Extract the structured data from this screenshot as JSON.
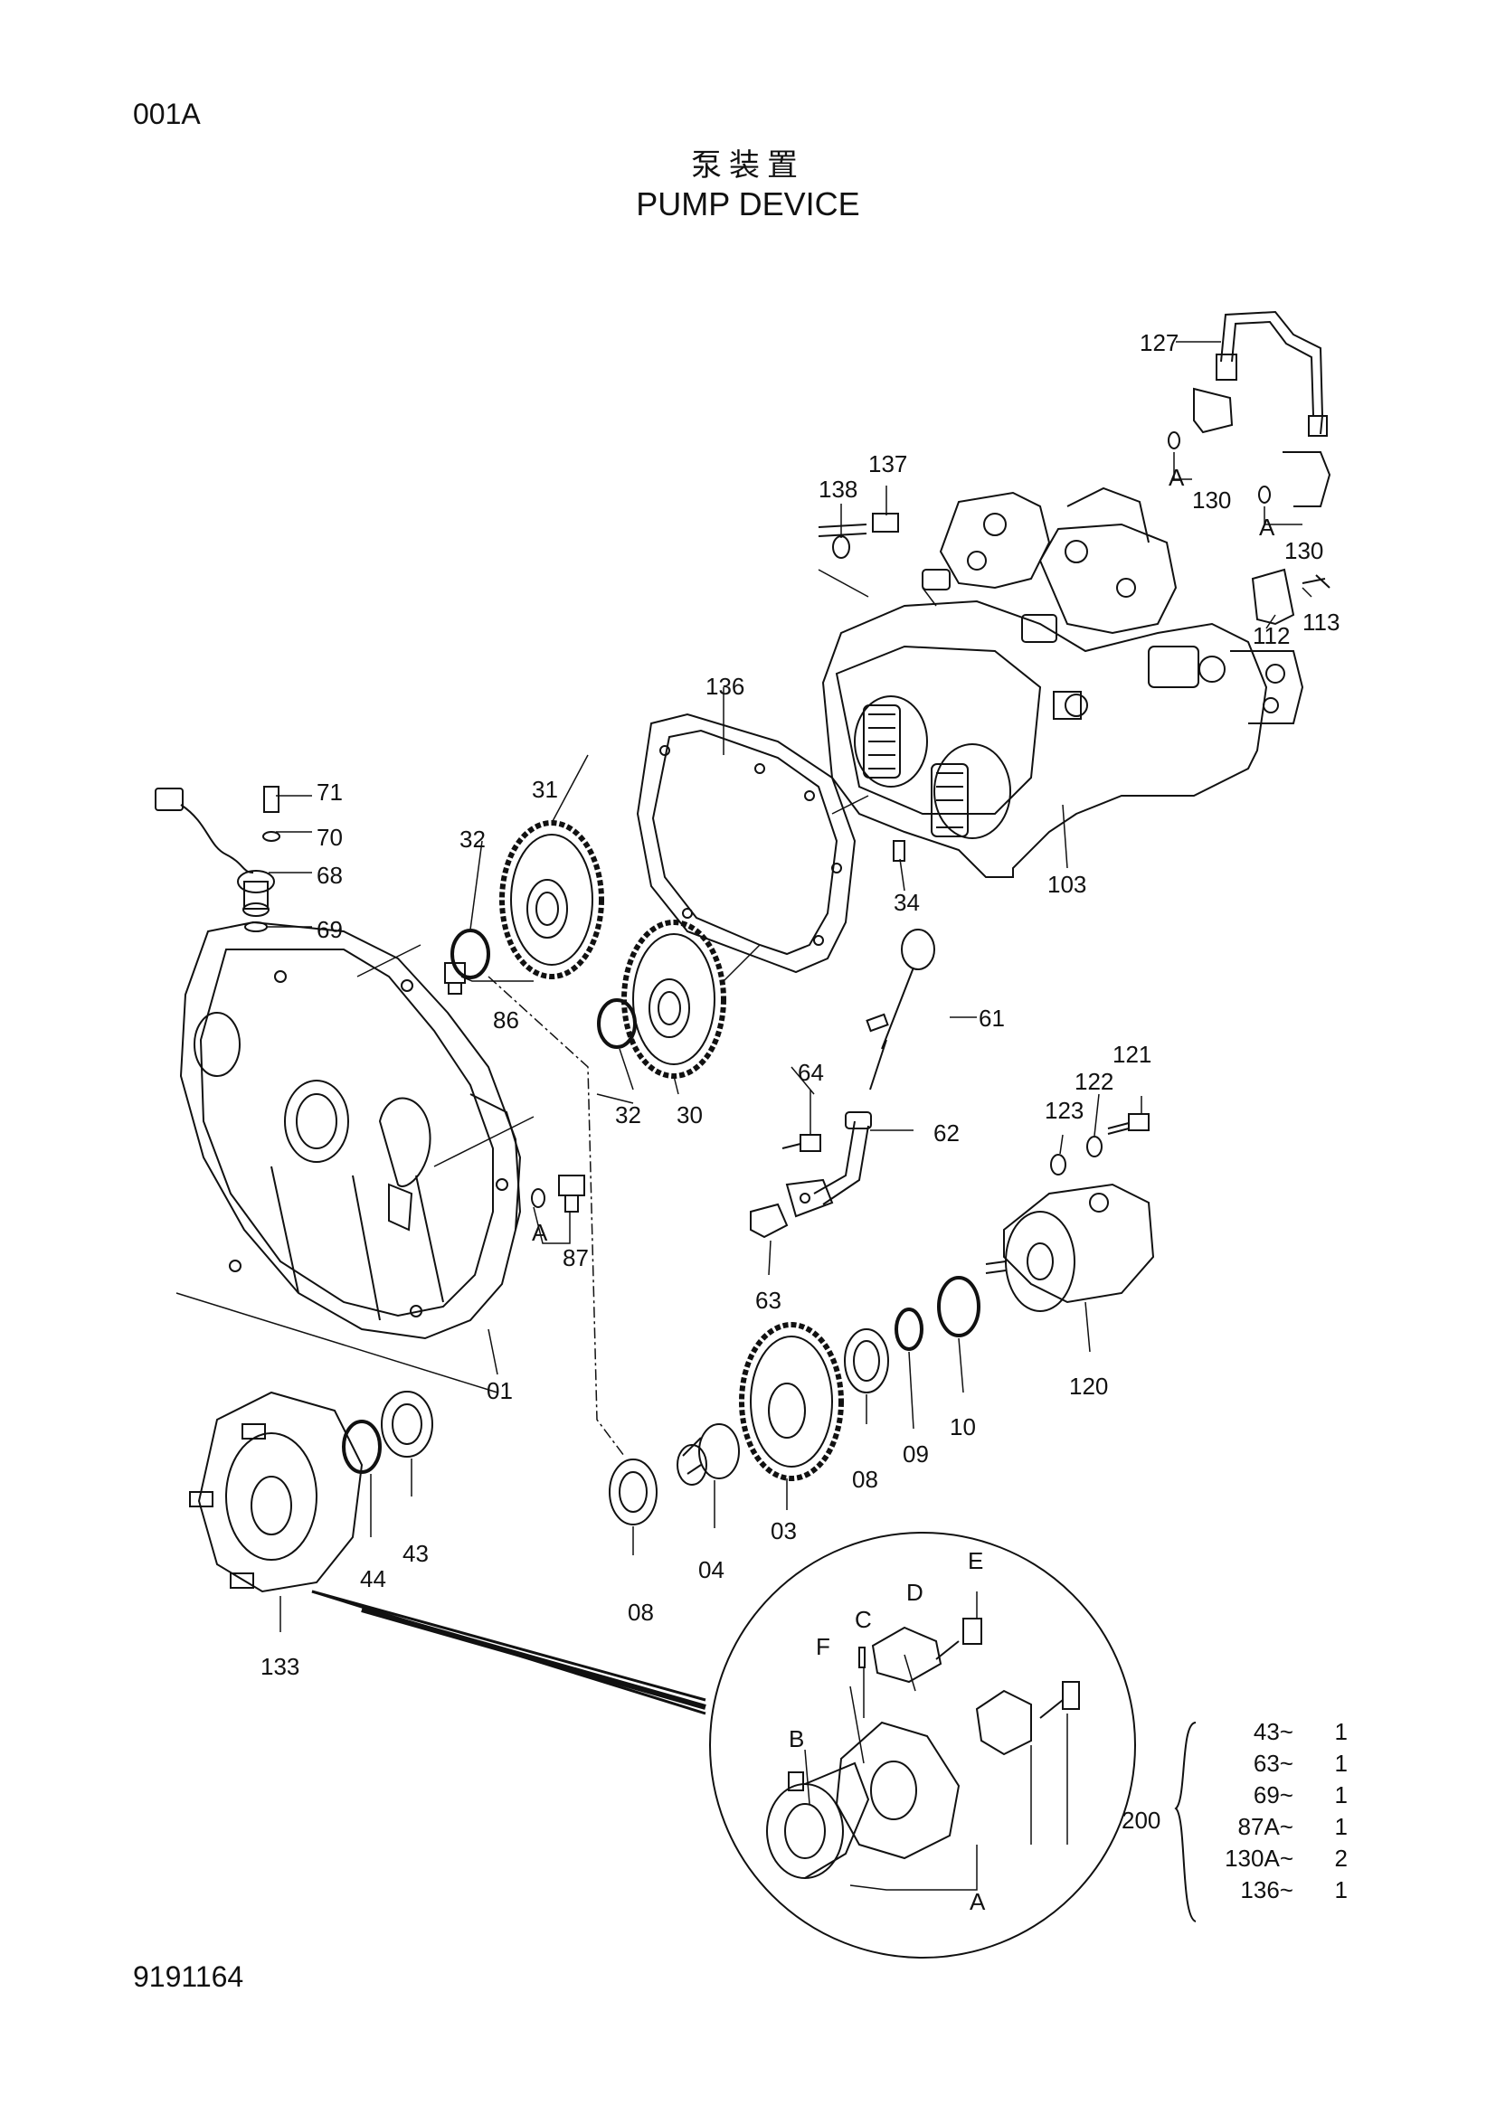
{
  "page_code": "001A",
  "title_cn": "泵装置",
  "title_en": "PUMP DEVICE",
  "doc_number": "9191164",
  "callouts": {
    "c127": "127",
    "c130a": "130",
    "c130b": "130",
    "c137": "137",
    "c138": "138",
    "c112": "112",
    "c113": "113",
    "c136": "136",
    "c103": "103",
    "c34": "34",
    "c71": "71",
    "c70": "70",
    "c68": "68",
    "c69": "69",
    "c31": "31",
    "c32a": "32",
    "c32b": "32",
    "c30": "30",
    "c86": "86",
    "c87": "87",
    "c01": "01",
    "c61": "61",
    "c64": "64",
    "c62": "62",
    "c63": "63",
    "c121": "121",
    "c122": "122",
    "c123": "123",
    "c120": "120",
    "c10": "10",
    "c09": "09",
    "c08a": "08",
    "c08b": "08",
    "c03": "03",
    "c04": "04",
    "c44": "44",
    "c43": "43",
    "c133": "133",
    "cA1": "A",
    "cA2": "A",
    "cA3": "A",
    "cA4": "A",
    "dB": "B",
    "dC": "C",
    "dD": "D",
    "dE": "E",
    "dF": "F"
  },
  "kit": {
    "number": "200",
    "items": [
      {
        "part": "43~",
        "qty": "1"
      },
      {
        "part": "63~",
        "qty": "1"
      },
      {
        "part": "69~",
        "qty": "1"
      },
      {
        "part": "87A~",
        "qty": "1"
      },
      {
        "part": "130A~",
        "qty": "2"
      },
      {
        "part": "136~",
        "qty": "1"
      }
    ]
  }
}
